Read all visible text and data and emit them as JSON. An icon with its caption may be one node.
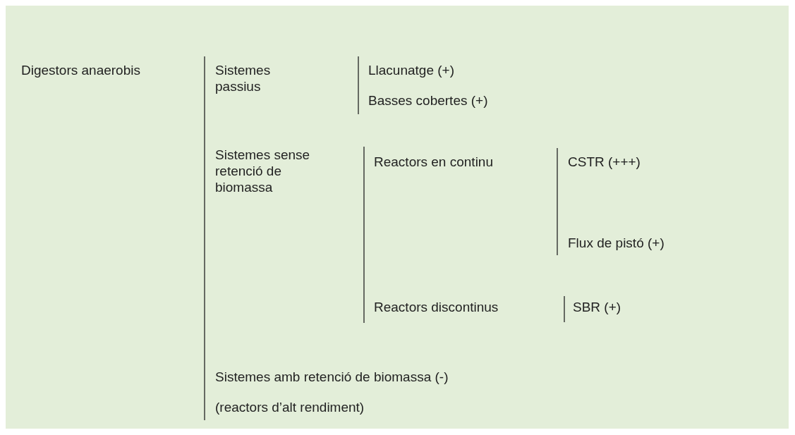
{
  "diagram": {
    "labels": [
      "Digestors anaerobis",
      "Sistemes passius",
      "Llacunatge (+)",
      "Basses cobertes (+)",
      "Sistemes sense retenció de biomassa",
      "Reactors en continu",
      "CSTR (+++)",
      "Flux de pistó (+)",
      "Reactors discontinus",
      "SBR (+)",
      "Sistemes amb retenció de biomassa (-)",
      "(reactors d’alt rendiment)"
    ]
  }
}
